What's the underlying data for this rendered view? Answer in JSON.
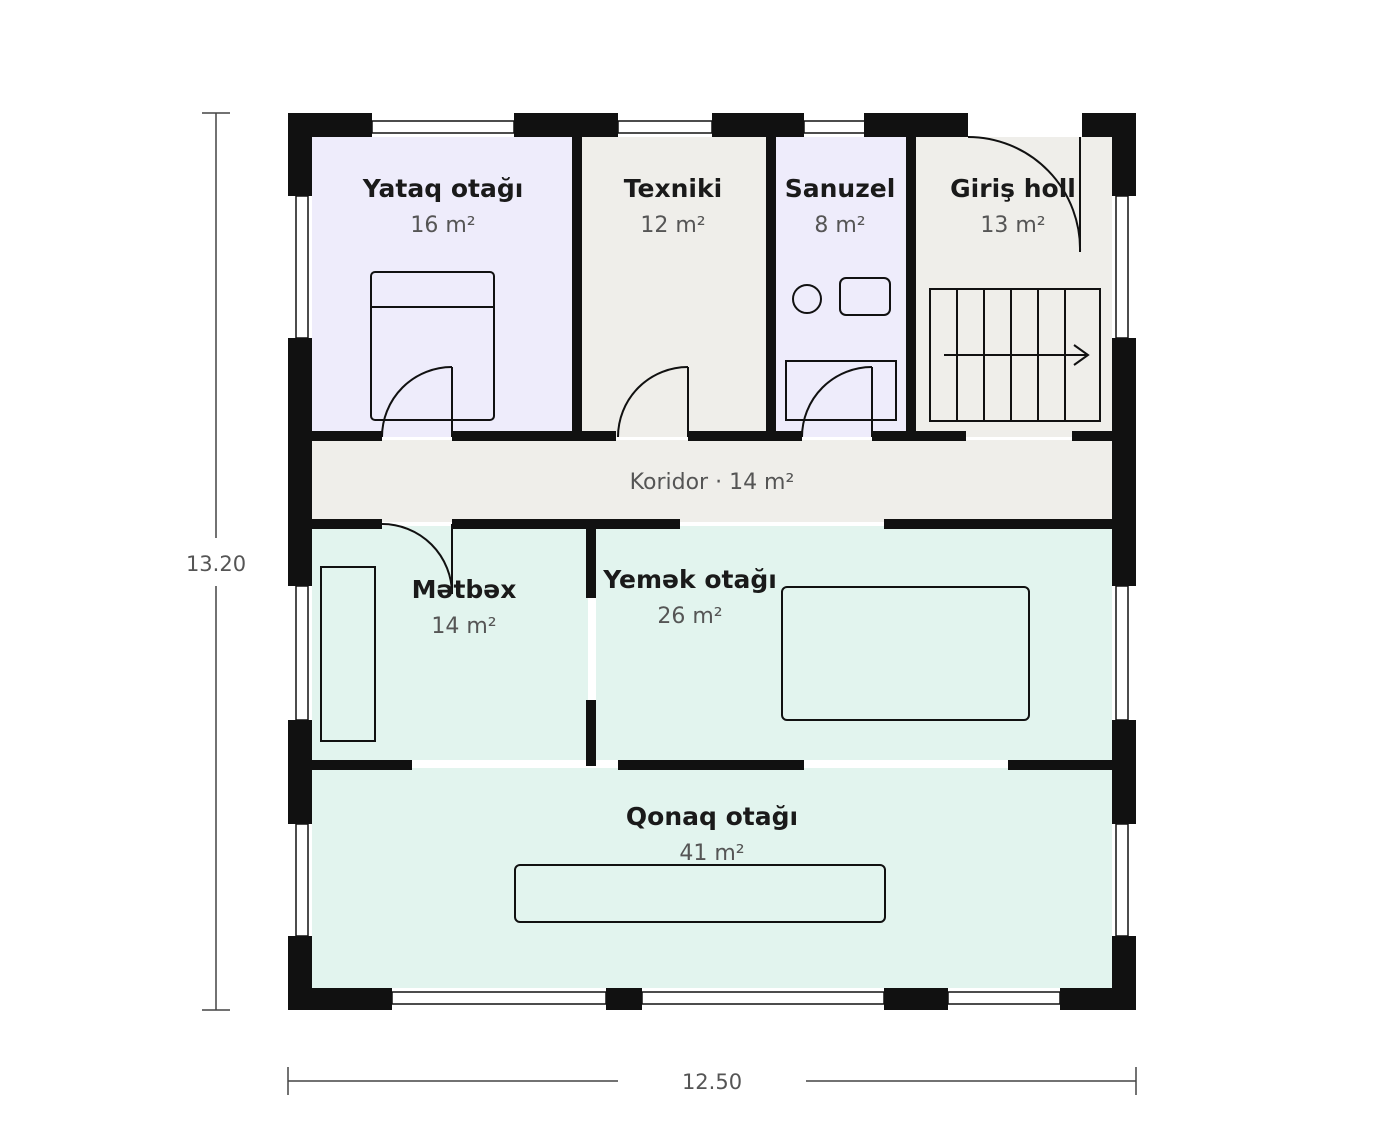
{
  "plan": {
    "width_label": "12.50",
    "height_label": "13.20",
    "corridor_label": "Koridor · 14 m²",
    "colors": {
      "private": "#eeecfb",
      "service": "#efeeea",
      "day": "#e2f4ee",
      "wall": "#111111"
    },
    "rooms": [
      {
        "name": "Yataq otağı",
        "area": "16 m²"
      },
      {
        "name": "Texniki",
        "area": "12 m²"
      },
      {
        "name": "Sanuzel",
        "area": "8 m²"
      },
      {
        "name": "Giriş holl",
        "area": "13 m²"
      },
      {
        "name": "Mətbəx",
        "area": "14 m²"
      },
      {
        "name": "Yemək otağı",
        "area": "26 m²"
      },
      {
        "name": "Qonaq otağı",
        "area": "41 m²"
      }
    ]
  }
}
